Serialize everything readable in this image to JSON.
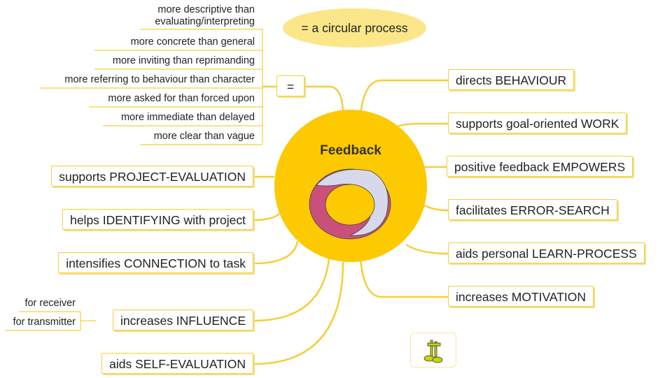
{
  "central": {
    "title": "Feedback",
    "icon": "circular-ring-icon"
  },
  "note": "= a circular process",
  "equals": {
    "label": "=",
    "items": [
      "more descriptive than",
      "evaluating/interpreting",
      "more concrete than general",
      "more inviting than reprimanding",
      "more referring to behaviour than character",
      "more asked for than forced upon",
      "more immediate than delayed",
      "more clear than vague"
    ]
  },
  "right": [
    "directs BEHAVIOUR",
    "supports goal-oriented WORK",
    "positive feedback EMPOWERS",
    "facilitates ERROR-SEARCH",
    "aids personal LEARN-PROCESS",
    "increases MOTIVATION"
  ],
  "left": [
    "supports PROJECT-EVALUATION",
    "helps IDENTIFYING with project",
    "intensifies CONNECTION to task",
    "increases INFLUENCE",
    "aids SELF-EVALUATION"
  ],
  "influence": [
    "for receiver",
    "for transmitter"
  ],
  "colors": {
    "accent": "#fdc900",
    "line": "#f5cf3a",
    "ring_red": "#c8507a",
    "ring_lilac": "#d8d8ec"
  }
}
